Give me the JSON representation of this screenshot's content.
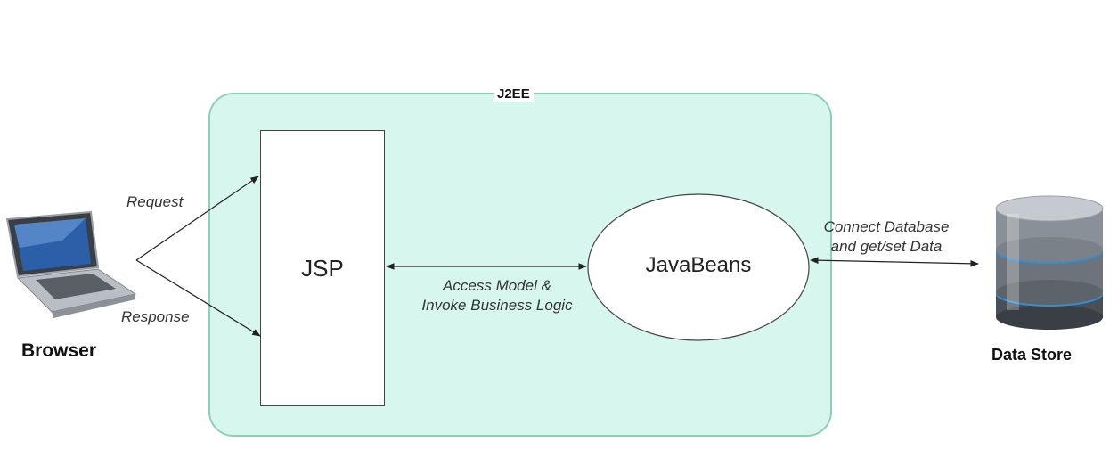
{
  "title": "J2EE",
  "nodes": {
    "jsp": "JSP",
    "javabeans": "JavaBeans",
    "browser": "Browser",
    "data_store": "Data Store"
  },
  "edges": {
    "request": "Request",
    "response": "Response",
    "access_line1": "Access Model &",
    "access_line2": "Invoke Business Logic",
    "db_line1": "Connect Database",
    "db_line2": "and get/set Data"
  },
  "icons": [
    "laptop-icon",
    "database-icon"
  ],
  "colors": {
    "container_fill": "#d6f6ee",
    "container_border": "#8fcfb6"
  }
}
